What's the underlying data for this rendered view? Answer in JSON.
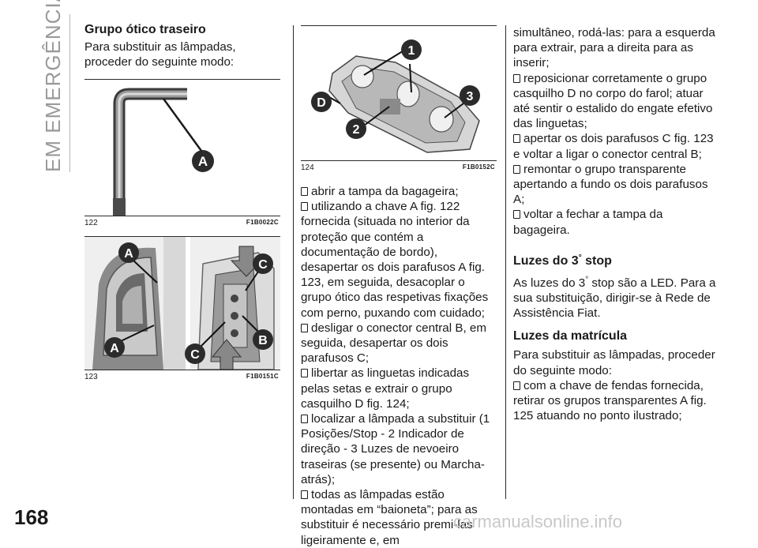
{
  "sidebar": {
    "section_title": "EM EMERGÊNCIA"
  },
  "page": {
    "number": "168",
    "watermark": "carmanualsonline.info"
  },
  "col1": {
    "heading": "Grupo ótico traseiro",
    "intro": "Para substituir as lâmpadas, proceder do seguinte modo:",
    "fig122": {
      "number": "122",
      "code": "F1B0022C",
      "label_a": "A"
    },
    "fig123": {
      "number": "123",
      "code": "F1B0151C",
      "label_a1": "A",
      "label_a2": "A",
      "label_c1": "C",
      "label_c2": "C",
      "label_b": "B"
    }
  },
  "col2": {
    "fig124": {
      "number": "124",
      "code": "F1B0152C",
      "label_1": "1",
      "label_2": "2",
      "label_3": "3",
      "label_d": "D"
    },
    "bullets": [
      "abrir a tampa da bagageira;",
      "utilizando a chave A fig. 122 fornecida (situada no interior da proteção que contém a documentação de bordo), desapertar os dois parafusos A fig. 123, em seguida, desacoplar o grupo ótico das respetivas fixações com perno, puxando com cuidado;",
      "desligar o conector central B, em seguida, desapertar os dois parafusos C;",
      "libertar as linguetas indicadas pelas setas e extrair o grupo casquilho D fig. 124;",
      "localizar a lâmpada a substituir (1 Posições/Stop - 2 Indicador de direção - 3 Luzes de nevoeiro traseiras (se presente) ou Marcha-atrás);",
      "todas as lâmpadas estão montadas em “baioneta”; para as substituir é necessário premi-las ligeiramente e, em"
    ]
  },
  "col3": {
    "cont": "simultâneo, rodá-las: para a esquerda para extrair, para a direita para as inserir;",
    "bullets": [
      "reposicionar corretamente o grupo casquilho D no corpo do farol; atuar até sentir o estalido do engate efetivo das linguetas;",
      "apertar os dois parafusos C fig. 123 e voltar a ligar o conector central B;",
      "remontar o grupo transparente apertando a fundo os dois parafusos A;",
      "voltar a fechar a tampa da bagageira."
    ],
    "heading_stop": "Luzes do 3",
    "heading_stop_sup": "°",
    "heading_stop_end": "stop",
    "stop_text_a": "As luzes do 3",
    "stop_text_sup": "°",
    "stop_text_b": "stop são a LED. Para a sua substituição, dirigir-se à Rede de Assistência Fiat.",
    "heading_plate": "Luzes da matrícula",
    "plate_intro": "Para substituir as lâmpadas, proceder do seguinte modo:",
    "plate_bullets": [
      "com a chave de fendas fornecida, retirar os grupos transparentes A fig. 125 atuando no ponto ilustrado;"
    ]
  }
}
